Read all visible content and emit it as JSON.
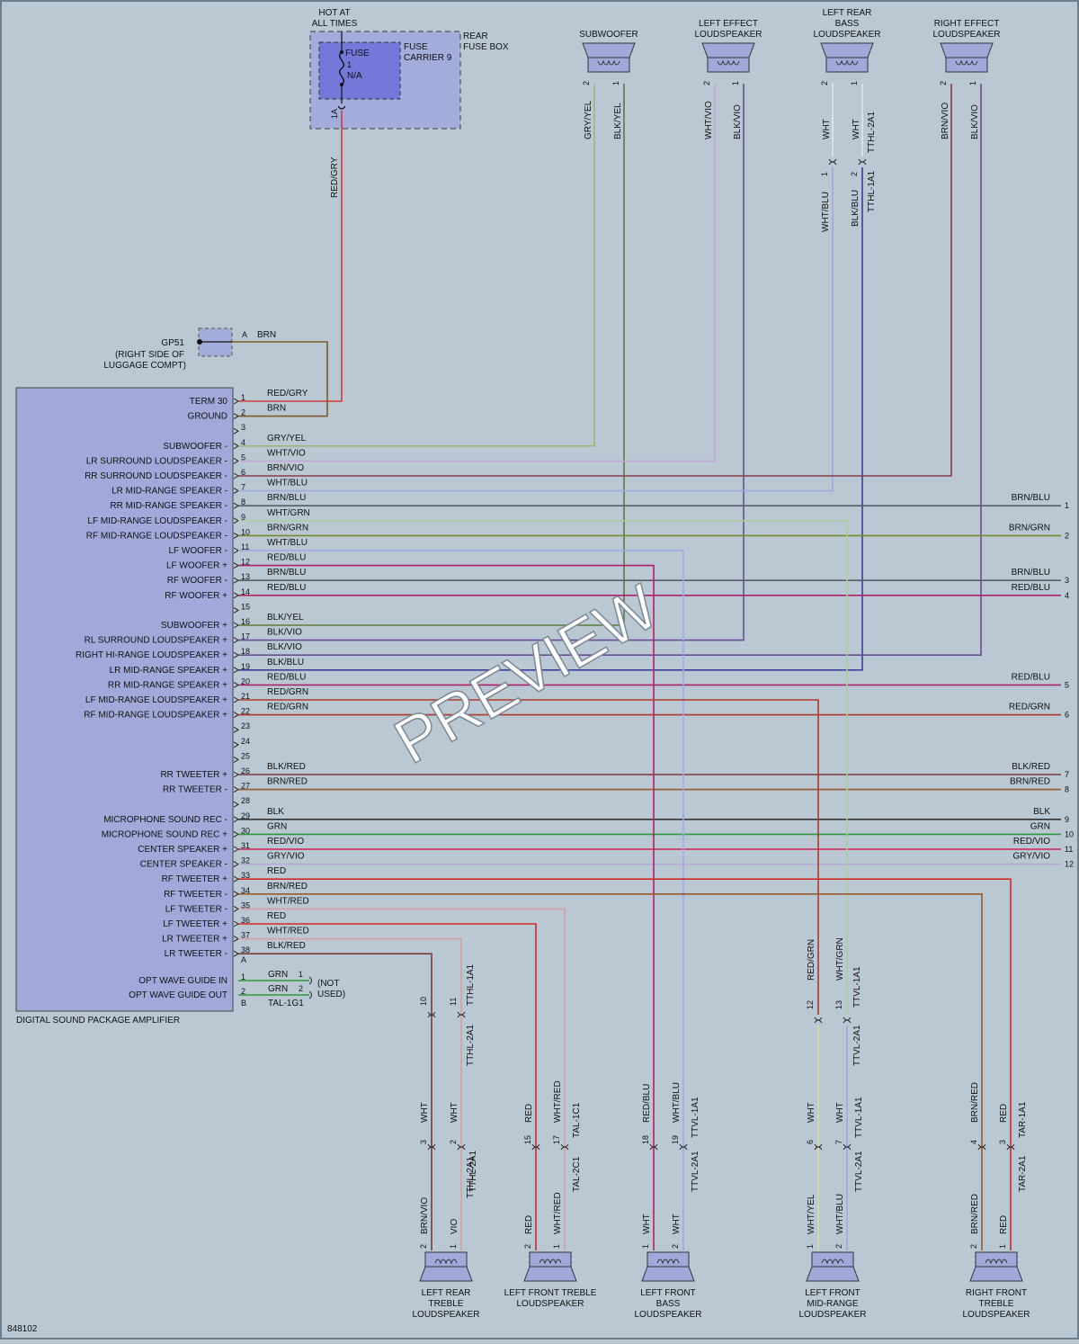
{
  "fuse": {
    "hot_label": [
      "HOT AT",
      "ALL TIMES"
    ],
    "box_label": [
      "REAR",
      "FUSE BOX"
    ],
    "carrier_label": [
      "FUSE",
      "CARRIER 9"
    ],
    "fuse_name": "FUSE",
    "fuse_num": "1",
    "fuse_rating": "N/A",
    "pin": "1A",
    "wire": "RED/GRY"
  },
  "ground": {
    "name": [
      "GP51",
      "(RIGHT SIDE OF",
      "LUGGAGE COMPT)"
    ],
    "pin": "A",
    "wire": "BRN"
  },
  "amplifier": {
    "title": "DIGITAL SOUND PACKAGE AMPLIFIER",
    "pins": [
      {
        "n": "1",
        "label": "TERM 30",
        "wire": "RED/GRY"
      },
      {
        "n": "2",
        "label": "GROUND",
        "wire": "BRN"
      },
      {
        "n": "3",
        "label": "",
        "wire": ""
      },
      {
        "n": "4",
        "label": "SUBWOOFER -",
        "wire": "GRY/YEL"
      },
      {
        "n": "5",
        "label": "LR SURROUND LOUDSPEAKER -",
        "wire": "WHT/VIO"
      },
      {
        "n": "6",
        "label": "RR SURROUND LOUDSPEAKER -",
        "wire": "BRN/VIO"
      },
      {
        "n": "7",
        "label": "LR MID-RANGE SPEAKER -",
        "wire": "WHT/BLU"
      },
      {
        "n": "8",
        "label": "RR MID-RANGE SPEAKER -",
        "wire": "BRN/BLU"
      },
      {
        "n": "9",
        "label": "LF MID-RANGE LOUDSPEAKER -",
        "wire": "WHT/GRN"
      },
      {
        "n": "10",
        "label": "RF MID-RANGE LOUDSPEAKER -",
        "wire": "BRN/GRN"
      },
      {
        "n": "11",
        "label": "LF WOOFER -",
        "wire": "WHT/BLU"
      },
      {
        "n": "12",
        "label": "LF WOOFER +",
        "wire": "RED/BLU"
      },
      {
        "n": "13",
        "label": "RF WOOFER -",
        "wire": "BRN/BLU"
      },
      {
        "n": "14",
        "label": "RF WOOFER +",
        "wire": "RED/BLU"
      },
      {
        "n": "15",
        "label": "",
        "wire": ""
      },
      {
        "n": "16",
        "label": "SUBWOOFER +",
        "wire": "BLK/YEL"
      },
      {
        "n": "17",
        "label": "RL SURROUND LOUDSPEAKER +",
        "wire": "BLK/VIO"
      },
      {
        "n": "18",
        "label": "RIGHT HI-RANGE LOUDSPEAKER +",
        "wire": "BLK/VIO"
      },
      {
        "n": "19",
        "label": "LR MID-RANGE SPEAKER +",
        "wire": "BLK/BLU"
      },
      {
        "n": "20",
        "label": "RR MID-RANGE SPEAKER +",
        "wire": "RED/BLU"
      },
      {
        "n": "21",
        "label": "LF MID-RANGE LOUDSPEAKER +",
        "wire": "RED/GRN"
      },
      {
        "n": "22",
        "label": "RF MID-RANGE LOUDSPEAKER +",
        "wire": "RED/GRN"
      },
      {
        "n": "23",
        "label": "",
        "wire": ""
      },
      {
        "n": "24",
        "label": "",
        "wire": ""
      },
      {
        "n": "25",
        "label": "",
        "wire": ""
      },
      {
        "n": "26",
        "label": "RR TWEETER +",
        "wire": "BLK/RED"
      },
      {
        "n": "27",
        "label": "RR TWEETER -",
        "wire": "BRN/RED"
      },
      {
        "n": "28",
        "label": "",
        "wire": ""
      },
      {
        "n": "29",
        "label": "MICROPHONE SOUND REC -",
        "wire": "BLK"
      },
      {
        "n": "30",
        "label": "MICROPHONE SOUND REC +",
        "wire": "GRN"
      },
      {
        "n": "31",
        "label": "CENTER SPEAKER +",
        "wire": "RED/VIO"
      },
      {
        "n": "32",
        "label": "CENTER SPEAKER -",
        "wire": "GRY/VIO"
      },
      {
        "n": "33",
        "label": "RF TWEETER +",
        "wire": "RED"
      },
      {
        "n": "34",
        "label": "RF TWEETER -",
        "wire": "BRN/RED"
      },
      {
        "n": "35",
        "label": "LF TWEETER -",
        "wire": "WHT/RED"
      },
      {
        "n": "36",
        "label": "LF TWEETER +",
        "wire": "RED"
      },
      {
        "n": "37",
        "label": "LR TWEETER +",
        "wire": "WHT/RED"
      },
      {
        "n": "38",
        "label": "LR TWEETER -",
        "wire": "BLK/RED"
      }
    ],
    "conn_a": "A",
    "opt": [
      {
        "n": "1",
        "label": "OPT WAVE GUIDE IN",
        "wire": "GRN",
        "out": "1"
      },
      {
        "n": "2",
        "label": "OPT WAVE GUIDE OUT",
        "wire": "GRN",
        "out": "2"
      }
    ],
    "conn_b": "B",
    "opt_conn": "TAL-1G1",
    "not_used": [
      "(NOT",
      "USED)"
    ]
  },
  "offpage": [
    {
      "wire": "BRN/BLU",
      "n": "1"
    },
    {
      "wire": "BRN/GRN",
      "n": "2"
    },
    {
      "wire": "BRN/BLU",
      "n": "3"
    },
    {
      "wire": "RED/BLU",
      "n": "4"
    },
    {
      "wire": "RED/BLU",
      "n": "5"
    },
    {
      "wire": "RED/GRN",
      "n": "6"
    },
    {
      "wire": "BLK/RED",
      "n": "7"
    },
    {
      "wire": "BRN/RED",
      "n": "8"
    },
    {
      "wire": "BLK",
      "n": "9"
    },
    {
      "wire": "GRN",
      "n": "10"
    },
    {
      "wire": "RED/VIO",
      "n": "11"
    },
    {
      "wire": "GRY/VIO",
      "n": "12"
    }
  ],
  "top_speakers": [
    {
      "name": [
        "SUBWOOFER"
      ],
      "p2": "2",
      "p1": "1",
      "w2": "GRY/YEL",
      "w1": "BLK/YEL"
    },
    {
      "name": [
        "LEFT EFFECT",
        "LOUDSPEAKER"
      ],
      "p2": "2",
      "p1": "1",
      "w2": "WHT/VIO",
      "w1": "BLK/VIO"
    },
    {
      "name": [
        "LEFT REAR",
        "BASS",
        "LOUDSPEAKER"
      ],
      "p2": "2",
      "p1": "1",
      "w2": "WHT",
      "w1": "WHT",
      "conn_top": "TTHL-2A1",
      "inline1": "1",
      "inline2": "2",
      "w2b": "WHT/BLU",
      "w1b": "BLK/BLU",
      "conn_bot": "TTHL-1A1"
    },
    {
      "name": [
        "RIGHT EFFECT",
        "LOUDSPEAKER"
      ],
      "p2": "2",
      "p1": "1",
      "w2": "BRN/VIO",
      "w1": "BLK/VIO"
    }
  ],
  "bottom_speakers": [
    {
      "name": [
        "LEFT REAR",
        "TREBLE",
        "LOUDSPEAKER"
      ],
      "top_pins": [
        "10",
        "11"
      ],
      "top_conn": "TTHL-1A1",
      "mid_conn": "TTHL-2A1",
      "w_a": "WHT",
      "w_b": "WHT",
      "pins_b": [
        "3",
        "2"
      ],
      "conn_b1": "TTHL-1A1",
      "conn_b2": "TTHL-2A1",
      "w_c": "BRN/VIO",
      "w_d": "VIO",
      "sp": [
        "2",
        "1"
      ]
    },
    {
      "name": [
        "LEFT FRONT TREBLE",
        "LOUDSPEAKER"
      ],
      "w_a": "RED",
      "w_b": "WHT/RED",
      "conn_top": "TAL-1C1",
      "pins_b": [
        "15",
        "17"
      ],
      "conn_b2": "TAL-2C1",
      "w_c": "RED",
      "w_d": "WHT/RED",
      "sp": [
        "2",
        "1"
      ]
    },
    {
      "name": [
        "LEFT FRONT",
        "BASS",
        "LOUDSPEAKER"
      ],
      "w_a": "RED/BLU",
      "w_b": "WHT/BLU",
      "conn_top": "TTVL-1A1",
      "pins_b": [
        "18",
        "19"
      ],
      "conn_b2": "TTVL-2A1",
      "w_c": "WHT",
      "w_d": "WHT",
      "sp": [
        "1",
        "2"
      ]
    },
    {
      "name": [
        "LEFT FRONT",
        "MID-RANGE",
        "LOUDSPEAKER"
      ],
      "top_w_a": "RED/GRN",
      "top_w_b": "WHT/GRN",
      "top_conn": "TTVL-1A1",
      "top_pins": [
        "12",
        "13"
      ],
      "mid_conn": "TTVL-2A1",
      "w_a": "WHT",
      "w_b": "WHT",
      "conn_top": "TTVL-1A1",
      "pins_b": [
        "6",
        "7"
      ],
      "conn_b2": "TTVL-2A1",
      "w_c": "WHT/YEL",
      "w_d": "WHT/BLU",
      "sp": [
        "1",
        "2"
      ]
    },
    {
      "name": [
        "RIGHT FRONT",
        "TREBLE",
        "LOUDSPEAKER"
      ],
      "w_a": "BRN/RED",
      "w_b": "RED",
      "conn_top": "TAR-1A1",
      "pins_b": [
        "4",
        "3"
      ],
      "conn_b2": "TAR-2A1",
      "w_c": "BRN/RED",
      "w_d": "RED",
      "sp": [
        "2",
        "1"
      ]
    }
  ],
  "watermark": "PREVIEW",
  "diagram_id": "848102"
}
